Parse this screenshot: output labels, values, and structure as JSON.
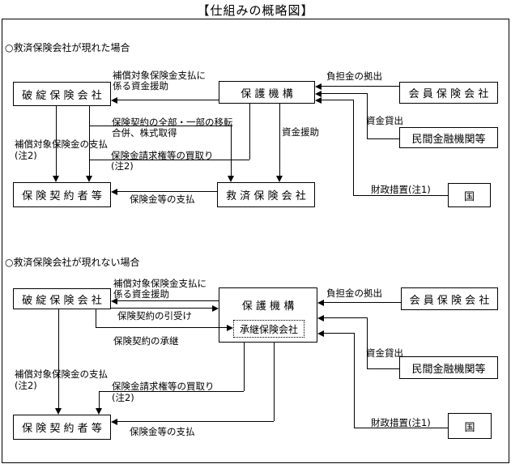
{
  "title": "【仕組みの概略図】",
  "colors": {
    "line": "#000000",
    "background": "#ffffff"
  },
  "section_a": {
    "heading": "○救済保険会社が現れた場合",
    "boxes": {
      "hatan": "破 綻 保 険 会 社",
      "hogo": "保 護 機 構",
      "kaiin": "会 員 保 険 会 社",
      "minkan": "民間金融機関等",
      "kyusai": "救 済 保 険 会 社",
      "keiyakusha": "保 険 契 約 者 等",
      "kuni": "国"
    },
    "labels": {
      "hosho_shien_1": "補償対象保険金支払に",
      "hosho_shien_2": "係る資金援助",
      "futankin": "負担金の拠出",
      "kashidashi": "資金貸出",
      "shikin_enjo": "資金援助",
      "iten_1": "保険契約の全部・一部の移転",
      "iten_2": "合併、株式取得",
      "kaitori": "保険金請求権等の買取り",
      "kaitori_note": "(注2)",
      "hosho_shiharai": "補償対象保険金の支払",
      "hosho_note": "(注2)",
      "hokenkin_shiharai": "保険金等の支払",
      "zaisei": "財政措置(注1)"
    }
  },
  "section_b": {
    "heading": "○救済保険会社が現れない場合",
    "boxes": {
      "hatan": "破 綻 保 険 会 社",
      "hogo": "保 護 機 構",
      "shokei": "承継保険会社",
      "kaiin": "会 員 保 険 会 社",
      "minkan": "民間金融機関等",
      "keiyakusha": "保 険 契 約 者 等",
      "kuni": "国"
    },
    "labels": {
      "hosho_shien_1": "補償対象保険金支払に",
      "hosho_shien_2": "係る資金援助",
      "hikiuke": "保険契約の引受け",
      "shokei_line": "保険契約の承継",
      "futankin": "負担金の拠出",
      "kashidashi": "資金貸出",
      "kaitori": "保険金請求権等の買取り",
      "kaitori_note": "(注2)",
      "hosho_shiharai": "補償対象保険金の支払",
      "hosho_note": "(注2)",
      "hokenkin_shiharai": "保険金等の支払",
      "zaisei": "財政措置(注1)"
    }
  }
}
